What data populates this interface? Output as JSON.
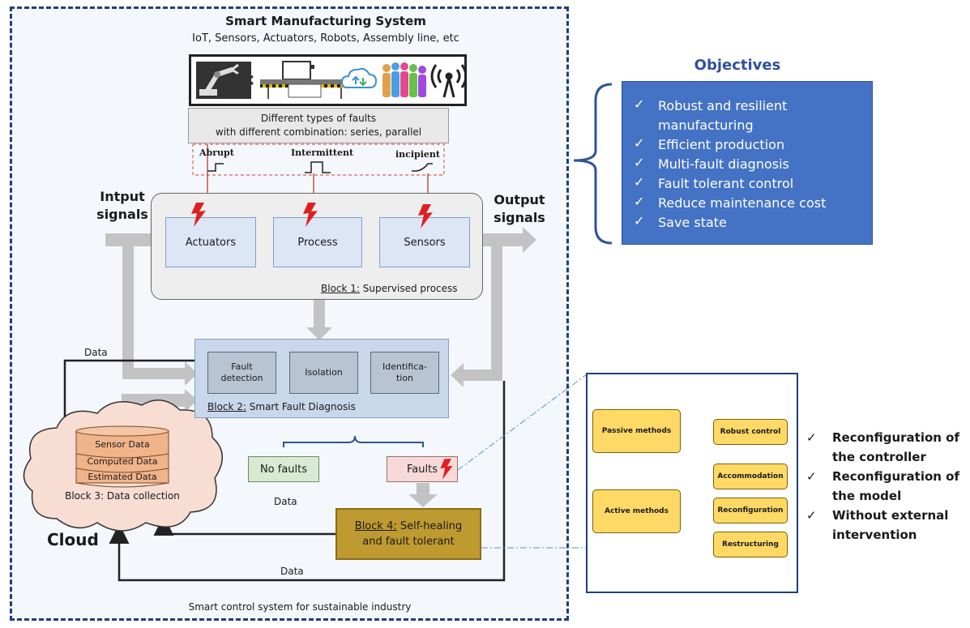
{
  "system": {
    "title": "Smart Manufacturing System",
    "subtitle": "IoT, Sensors, Actuators, Robots, Assembly line, etc",
    "footer": "Smart control system for sustainable industry"
  },
  "faults": {
    "line1": "Different types of faults",
    "line2": "with different combination: series, parallel",
    "types": [
      "Abrupt",
      "Intermittent",
      "incipient"
    ]
  },
  "signals": {
    "input_1": "Intput",
    "input_2": "signals",
    "output_1": "Output",
    "output_2": "signals"
  },
  "block1": {
    "boxes": [
      "Actuators",
      "Process",
      "Sensors"
    ],
    "label_prefix": "Block 1:",
    "label_rest": " Supervised process"
  },
  "block2": {
    "boxes": [
      "Fault detection",
      "Isolation",
      "Identifica-tion"
    ],
    "box1_l1": "Fault",
    "box1_l2": "detection",
    "box3_l1": "Identifica-",
    "box3_l2": "tion",
    "label_prefix": "Block 2:",
    "label_rest": " Smart Fault Diagnosis"
  },
  "block3": {
    "items": [
      "Sensor Data",
      "Computed Data",
      "Estimated Data"
    ],
    "label": "Block 3: Data collection",
    "cloud": "Cloud"
  },
  "outcomes": {
    "no_faults": "No faults",
    "faults": "Faults"
  },
  "block4": {
    "label_prefix": "Block 4:",
    "label_rest": " Self-healing",
    "line2": "and fault tolerant"
  },
  "data_labels": {
    "top": "Data",
    "middle": "Data",
    "bottom": "Data"
  },
  "objectives": {
    "title": "Objectives",
    "items": [
      "Robust and resilient",
      "manufacturing",
      "Efficient production",
      "Multi-fault diagnosis",
      "Fault tolerant control",
      "Reduce maintenance cost",
      "Save state"
    ]
  },
  "ftc": {
    "passive": "Passive methods",
    "active": "Active methods",
    "robust": "Robust control",
    "accommodation": "Accommodation",
    "reconfiguration": "Reconfiguration",
    "restructuring": "Restructuring"
  },
  "reconfig": {
    "items": [
      "Reconfiguration of the controller",
      "Reconfiguration of the model",
      "Without external intervention"
    ]
  },
  "colors": {
    "frame": "#1f3f7a",
    "objectives_fill": "#4472c4",
    "block4_fill": "#bf9a30",
    "ftc_box_fill": "#ffd966",
    "fault_bolt": "#e02020"
  },
  "icons": [
    "robot-arm-icon",
    "conveyor-icon",
    "cloud-upload-icon",
    "people-icon",
    "wireless-antenna-icon",
    "lightning-bolt-icon",
    "checkmark-icon"
  ]
}
